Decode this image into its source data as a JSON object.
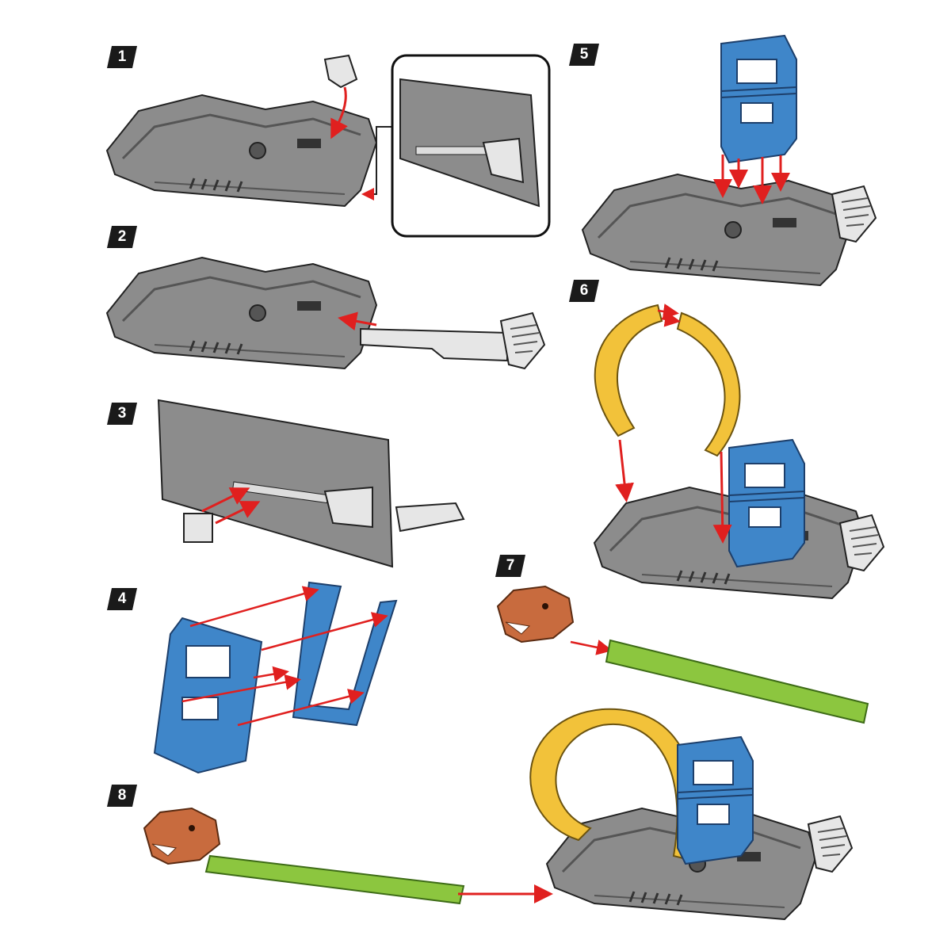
{
  "steps": [
    {
      "number": "1"
    },
    {
      "number": "2"
    },
    {
      "number": "3"
    },
    {
      "number": "4"
    },
    {
      "number": "5"
    },
    {
      "number": "6"
    },
    {
      "number": "7"
    },
    {
      "number": "8"
    }
  ],
  "colors": {
    "base": "#8c8c8c",
    "base_dark": "#5f5f5f",
    "blue_part": "#3f86c9",
    "loop": "#f2c23a",
    "track": "#8cc63f",
    "dino_head": "#c86b3e",
    "arrow": "#e0201f",
    "launcher": "#e6e6e6"
  }
}
